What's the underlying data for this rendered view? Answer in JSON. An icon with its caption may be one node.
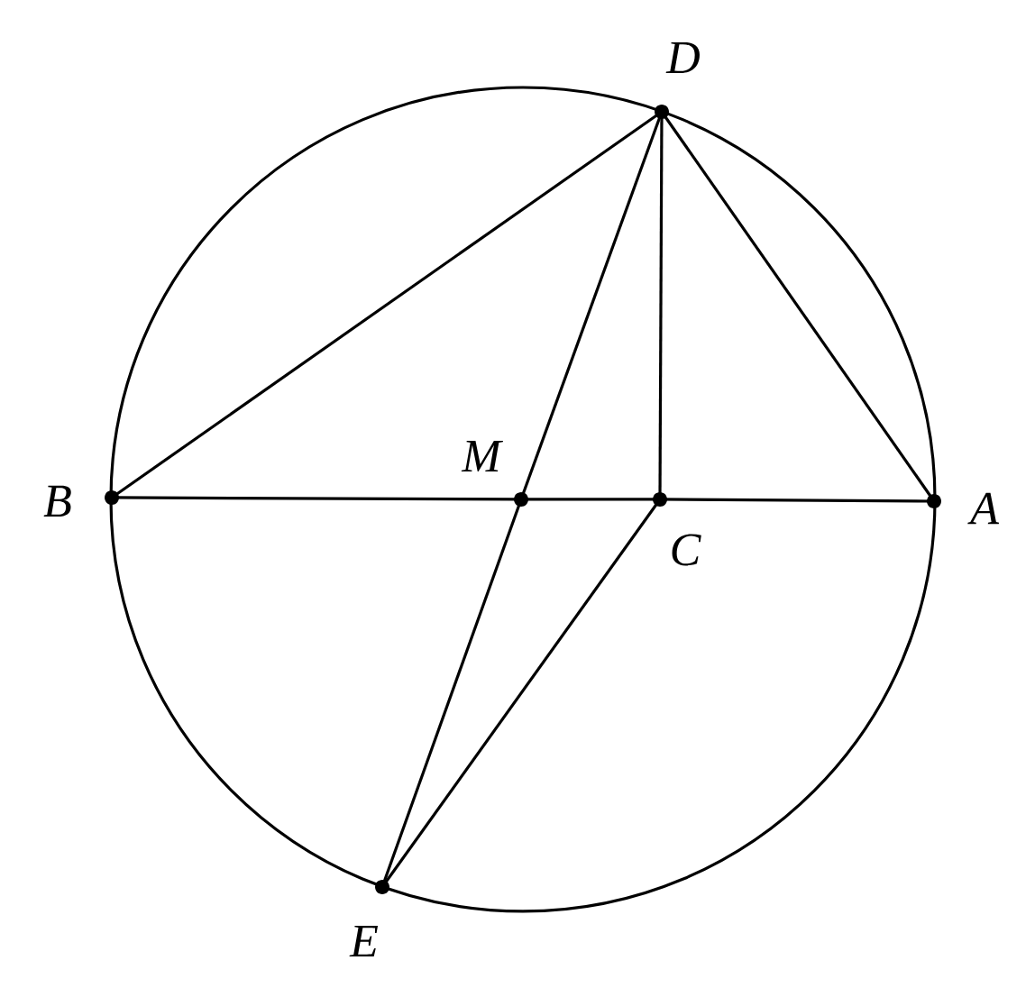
{
  "diagram": {
    "nodes": [
      {
        "text": [],
        "shape": "circle",
        "beside": [
          "D"
        ]
      },
      {
        "text": [],
        "shape": "circle",
        "beside": [
          "B"
        ]
      },
      {
        "text": [],
        "shape": "circle",
        "beside": [
          "M"
        ]
      },
      {
        "text": [],
        "shape": "circle",
        "beside": [
          "C"
        ]
      },
      {
        "text": [],
        "shape": "circle",
        "beside": [
          "A"
        ]
      },
      {
        "text": [],
        "shape": "circle",
        "beside": [
          "E"
        ]
      }
    ],
    "edges": [
      {
        "from": 1,
        "to": 0,
        "arrow": "none"
      },
      {
        "from": 0,
        "to": 4,
        "arrow": "none"
      },
      {
        "from": 0,
        "to": 2,
        "arrow": "none"
      },
      {
        "from": 2,
        "to": 5,
        "arrow": "none"
      },
      {
        "from": 0,
        "to": 3,
        "arrow": "none"
      },
      {
        "from": 1,
        "to": 2,
        "arrow": "none"
      },
      {
        "from": 2,
        "to": 3,
        "arrow": "none"
      },
      {
        "from": 3,
        "to": 4,
        "arrow": "none"
      },
      {
        "from": 3,
        "to": 5,
        "arrow": "none"
      }
    ]
  }
}
